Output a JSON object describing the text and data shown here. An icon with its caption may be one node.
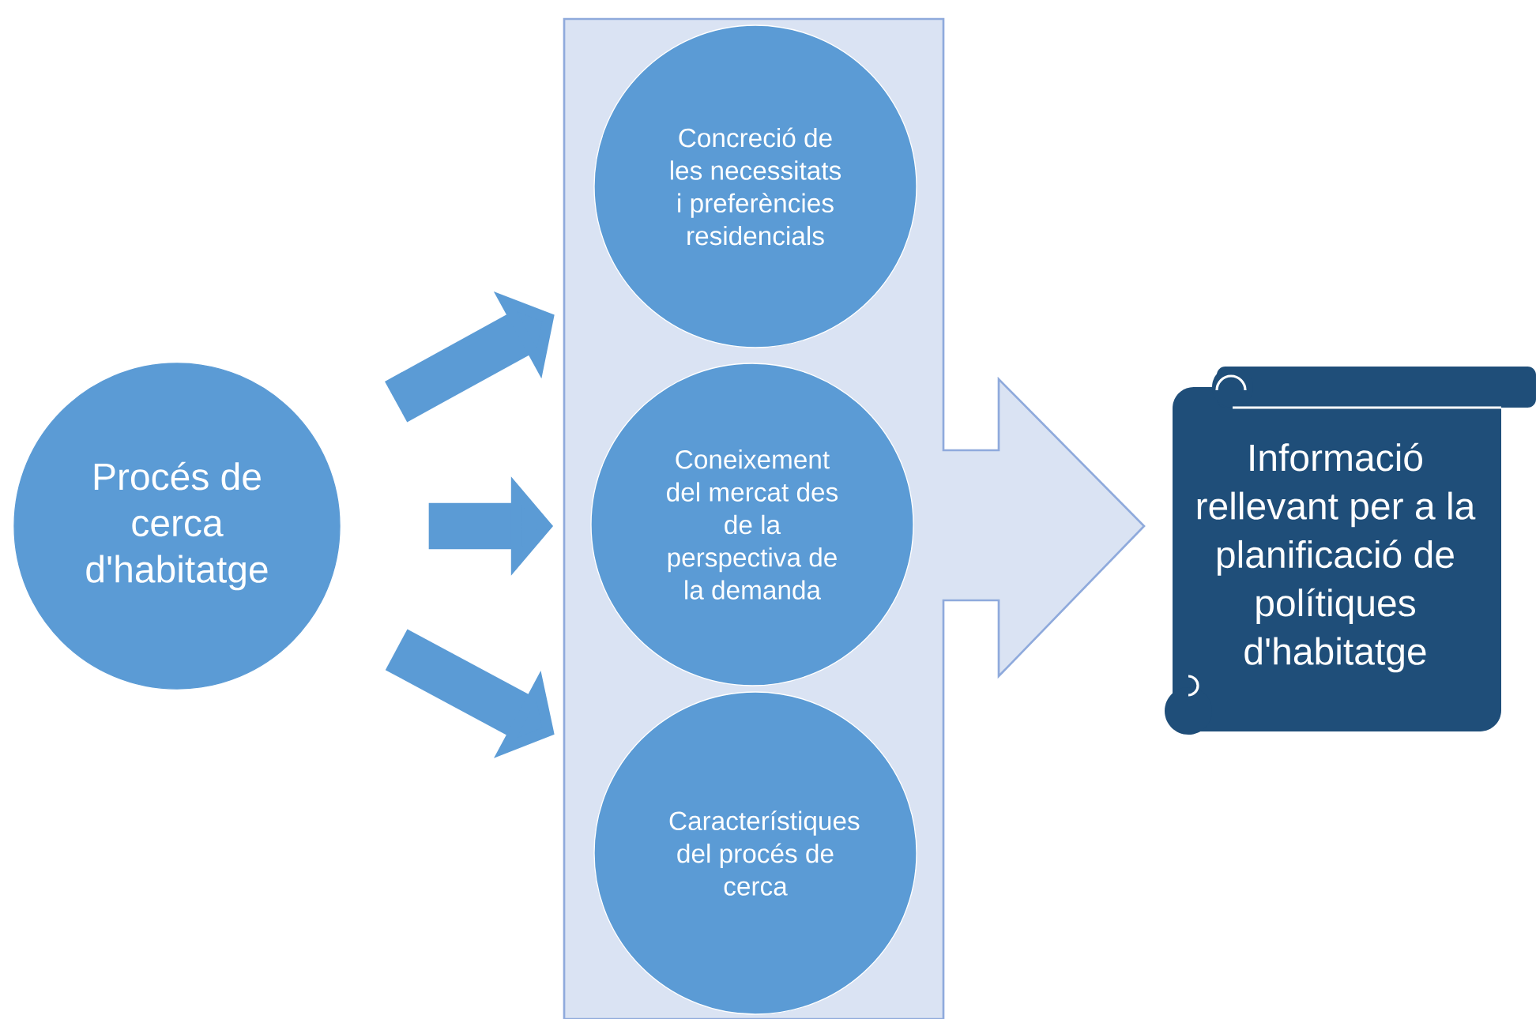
{
  "diagram": {
    "nodes": [
      {
        "text": [
          "Procés de cerca d'habitatge"
        ]
      },
      {
        "text": [],
        "shape": "arrow"
      },
      {
        "text": [
          "Concreció de les necessitats i preferències residencials"
        ],
        "in": 1
      },
      {
        "text": [
          "Coneixement del mercat des de la perspectiva de la demanda"
        ],
        "in": 1
      },
      {
        "text": [
          "Característiques del procés de cerca"
        ],
        "in": 1
      },
      {
        "text": [
          "Informació rellevant per a la planificació de polítiques d'habitatge"
        ]
      }
    ],
    "edges": [
      {
        "from": 0,
        "to": 1,
        "arrow": "to"
      },
      {
        "from": 0,
        "to": 1,
        "arrow": "to"
      },
      {
        "from": 0,
        "to": 1,
        "arrow": "to"
      }
    ]
  }
}
